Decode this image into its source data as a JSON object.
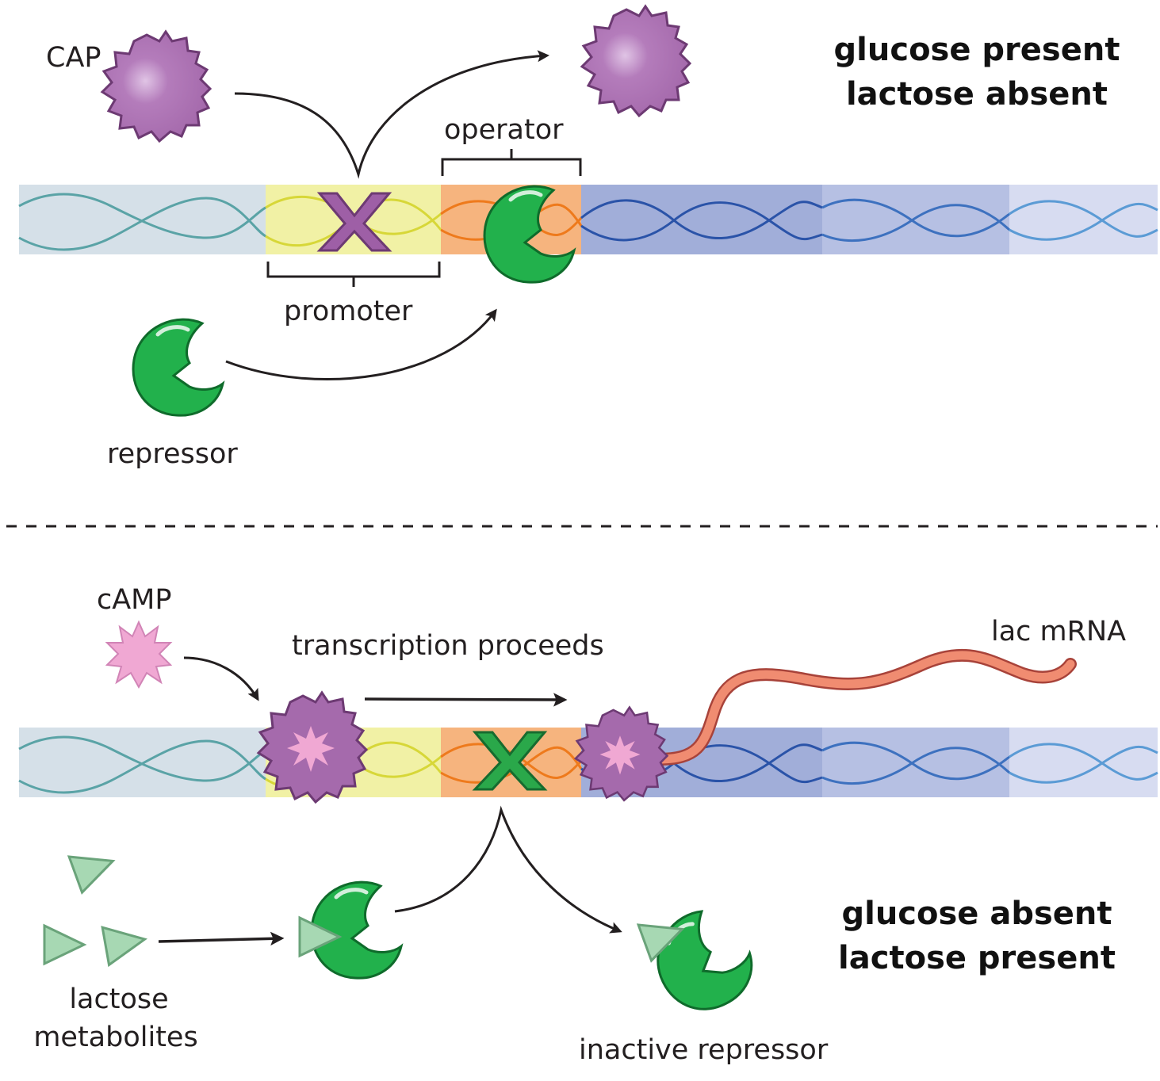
{
  "panel_top": {
    "title_line1": "glucose present",
    "title_line2": "lactose absent",
    "cap_label": "CAP",
    "operator_label": "operator",
    "promoter_label": "promoter",
    "repressor_label": "repressor"
  },
  "panel_bottom": {
    "title_line1": "glucose absent",
    "title_line2": "lactose present",
    "camp_label": "cAMP",
    "transcription_label": "transcription proceeds",
    "mrna_label": "lac mRNA",
    "lactose_label_line1": "lactose",
    "lactose_label_line2": "metabolites",
    "inactive_label": "inactive repressor"
  },
  "colors": {
    "dna_region_1": "#d5e0e8",
    "dna_region_promoter": "#f1f1a5",
    "dna_region_operator": "#f6b47e",
    "dna_region_gene_a": "#a1aed9",
    "dna_region_gene_b": "#b6c0e3",
    "dna_region_gene_c": "#d7dcf1",
    "cap_purple": "#a56aac",
    "repressor_green": "#22b14c",
    "camp_pink": "#f0a8d3",
    "lactose_green": "#a7d8b3",
    "mrna_salmon": "#f08c71",
    "x_purple": "#9e5fa6",
    "x_green": "#2aa84a"
  }
}
